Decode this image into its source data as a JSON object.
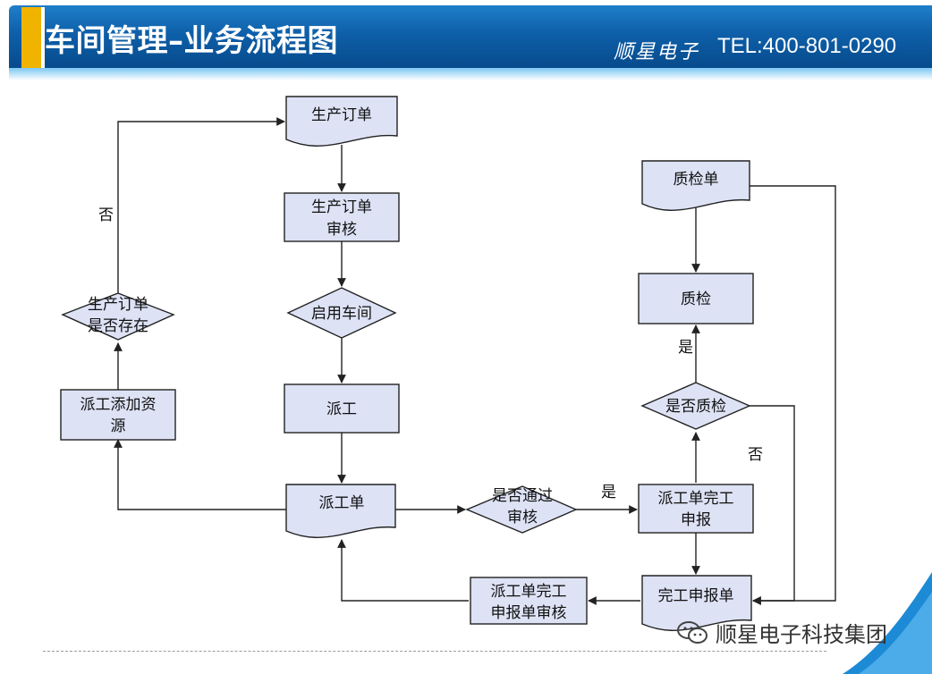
{
  "header": {
    "title": "车间管理–业务流程图",
    "brand": "顺星电子",
    "tel": "TEL:400-801-0290"
  },
  "flow": {
    "nodes": {
      "prod_order": "生产订单",
      "prod_order_review_l1": "生产订单",
      "prod_order_review_l2": "审核",
      "enable_workshop": "启用车间",
      "dispatch": "派工",
      "dispatch_sheet": "派工单",
      "order_exists_l1": "生产订单",
      "order_exists_l2": "是否存在",
      "add_resource_l1": "派工添加资",
      "add_resource_l2": "源",
      "review_passed_l1": "是否通过",
      "review_passed_l2": "审核",
      "completion_report_l1": "派工单完工",
      "completion_report_l2": "申报",
      "completion_sheet": "完工申报单",
      "completion_review_l1": "派工单完工",
      "completion_review_l2": "申报单审核",
      "need_qc": "是否质检",
      "qc": "质检",
      "qc_sheet": "质检单"
    },
    "edge_labels": {
      "no_1": "否",
      "yes_1": "是",
      "yes_2": "是",
      "no_2": "否"
    }
  },
  "footer": {
    "watermark": "顺星电子科技集团"
  },
  "colors": {
    "box_fill": "#dde2f5",
    "stroke": "#222222",
    "header_blue": "#0e5fa9",
    "accent": "#f0b400"
  }
}
